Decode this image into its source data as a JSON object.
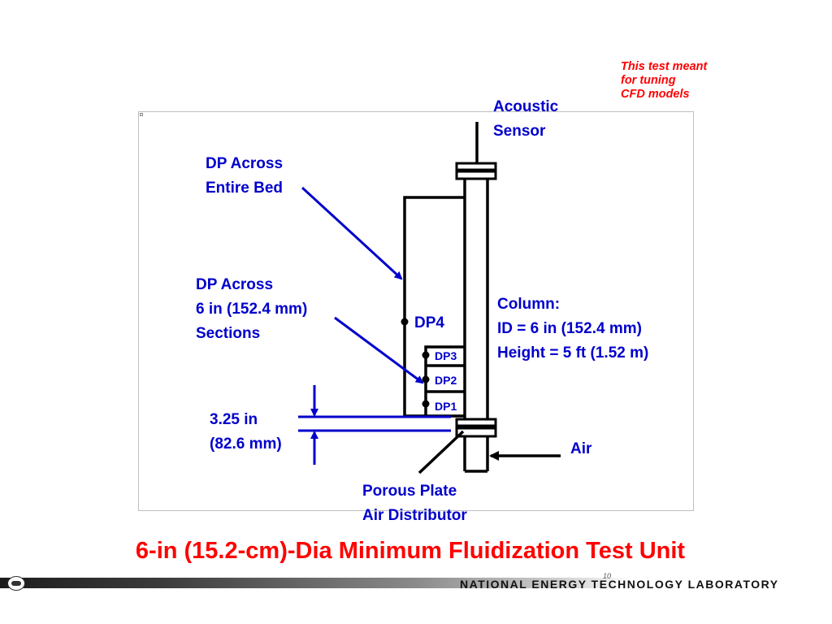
{
  "note": "This test meant\nfor tuning\nCFD models",
  "labels": {
    "acoustic_sensor": "Acoustic\nSensor",
    "dp_entire_bed": "DP Across\nEntire Bed",
    "dp_sections": "DP Across\n6 in (152.4 mm)\nSections",
    "column_spec": "Column:\nID = 6 in (152.4 mm)\nHeight = 5 ft (1.52 m)",
    "dp4": "DP4",
    "dp3": "DP3",
    "dp2": "DP2",
    "dp1": "DP1",
    "plate_height": "3.25 in\n(82.6 mm)",
    "air": "Air",
    "porous_plate": "Porous Plate\nAir Distributor"
  },
  "title": "6-in (15.2-cm)-Dia Minimum Fluidization Test Unit",
  "footer": {
    "lab_name": "NATIONAL ENERGY TECHNOLOGY LABORATORY",
    "page_number": "10"
  },
  "colors": {
    "accent_red": "#ff0000",
    "label_blue": "#0000cc",
    "line_black": "#000000"
  }
}
